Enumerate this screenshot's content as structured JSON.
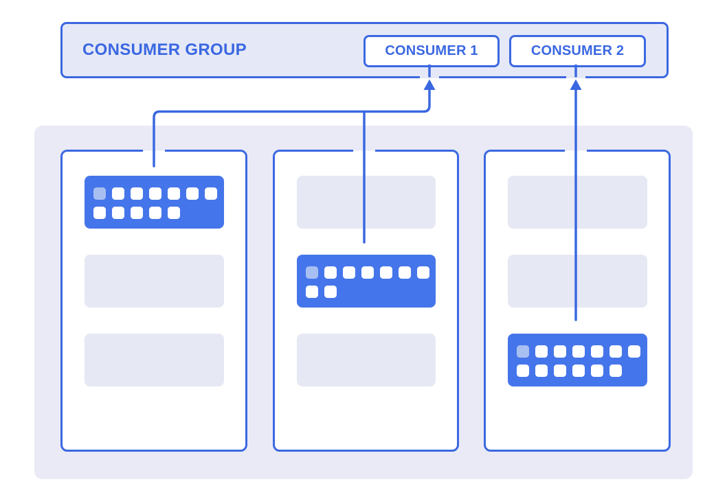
{
  "diagram": {
    "consumer_group": {
      "label": "CONSUMER GROUP",
      "consumers": [
        {
          "id": "consumer-1",
          "label": "CONSUMER 1"
        },
        {
          "id": "consumer-2",
          "label": "CONSUMER 2"
        }
      ]
    },
    "partitions": [
      {
        "id": "partition-1",
        "rows": [
          {
            "type": "messages",
            "square_rows": [
              7,
              5
            ],
            "first_square": "highlight"
          },
          {
            "type": "placeholder"
          },
          {
            "type": "placeholder"
          }
        ]
      },
      {
        "id": "partition-2",
        "rows": [
          {
            "type": "placeholder"
          },
          {
            "type": "messages",
            "square_rows": [
              7,
              2
            ],
            "first_square": "highlight"
          },
          {
            "type": "placeholder"
          }
        ]
      },
      {
        "id": "partition-3",
        "rows": [
          {
            "type": "placeholder"
          },
          {
            "type": "placeholder"
          },
          {
            "type": "messages",
            "square_rows": [
              7,
              6
            ],
            "first_square": "highlight"
          }
        ]
      }
    ],
    "connections": [
      {
        "from": "partition-1",
        "to": "consumer-1"
      },
      {
        "from": "partition-2",
        "to": "consumer-1"
      },
      {
        "from": "partition-3",
        "to": "consumer-2"
      }
    ],
    "colors": {
      "accent": "#3B68E1",
      "message_block": "#4575EA",
      "message_square": "#FFFFFF",
      "message_square_highlight": "#A8BFF2",
      "consumer_group_fill": "#E5E8F7",
      "topic_panel_fill": "#E9EAF6",
      "placeholder_fill": "#E6E8F4"
    }
  }
}
